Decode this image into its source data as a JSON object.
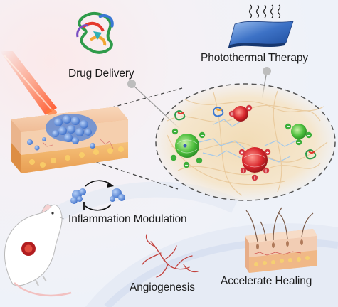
{
  "labels": {
    "drug_delivery": "Drug Delivery",
    "photothermal_therapy": "Photothermal Therapy",
    "inflammation_modulation": "Inflammation Modulation",
    "angiogenesis": "Angiogenesis",
    "accelerate_healing": "Accelerate Healing"
  },
  "charges": {
    "negative": "−",
    "positive": "+"
  },
  "colors": {
    "background": "#f4f6fa",
    "laser_beam": "#ff6a3a",
    "green_nanoparticle": "#4cbe3c",
    "red_nanoparticle": "#d8262c",
    "blue_cells": "#5b8de0",
    "skin_dermis": "#f2c8a0",
    "skin_fat": "#f3b470",
    "film": "#3d72c6",
    "dashed_outline": "#555555"
  },
  "icons": {
    "protein": "protein-ribbon-icon",
    "film": "heated-film-icon",
    "rat": "rat-with-wound-icon",
    "vessels": "blood-vessel-icon",
    "skin_block": "healed-skin-icon",
    "cycle": "macrophage-cycle-icon"
  }
}
